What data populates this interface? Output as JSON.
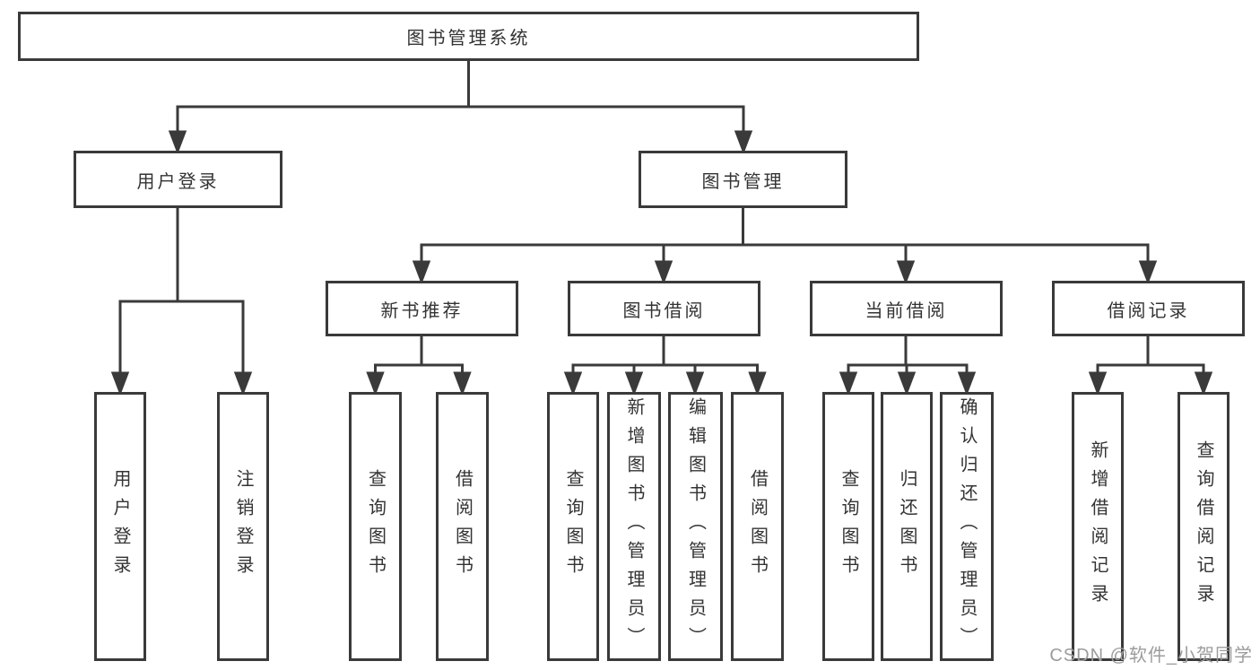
{
  "tree": {
    "root": {
      "label": "图书管理系统"
    },
    "branches": [
      {
        "label": "用户登录",
        "children": [
          {
            "label": "用户登录"
          },
          {
            "label": "注销登录"
          }
        ]
      },
      {
        "label": "图书管理",
        "children": [
          {
            "label": "新书推荐",
            "children": [
              {
                "label": "查询图书"
              },
              {
                "label": "借阅图书"
              }
            ]
          },
          {
            "label": "图书借阅",
            "children": [
              {
                "label": "查询图书"
              },
              {
                "label": "新增图书（管理员）"
              },
              {
                "label": "编辑图书（管理员）"
              },
              {
                "label": "借阅图书"
              }
            ]
          },
          {
            "label": "当前借阅",
            "children": [
              {
                "label": "查询图书"
              },
              {
                "label": "归还图书"
              },
              {
                "label": "确认归还（管理员）"
              }
            ]
          },
          {
            "label": "借阅记录",
            "children": [
              {
                "label": "新增借阅记录"
              },
              {
                "label": "查询借阅记录"
              }
            ]
          }
        ]
      }
    ]
  },
  "watermark": "CSDN @软件_小贺同学",
  "colors": {
    "line": "#3a3a3a",
    "border": "#3a3a3a",
    "text": "#333333",
    "watermark": "#9c9c9c",
    "background": "#ffffff"
  }
}
